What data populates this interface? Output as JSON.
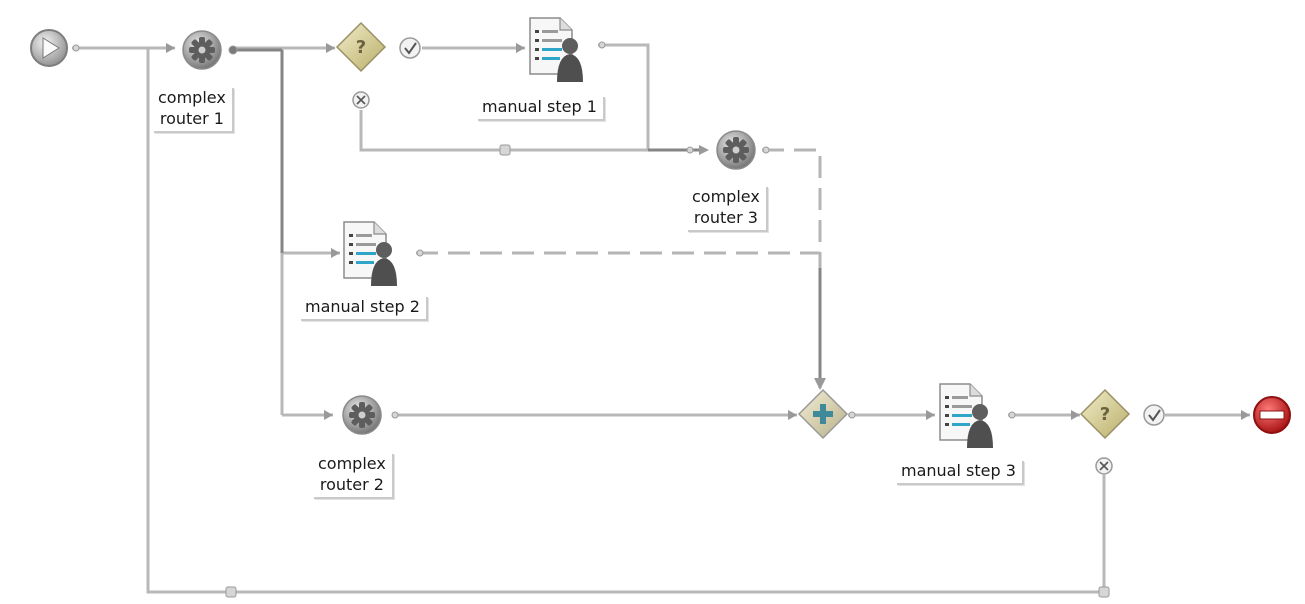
{
  "diagram": {
    "nodes": {
      "start": {
        "type": "start",
        "icon": "play-icon"
      },
      "complex_router_1": {
        "type": "complex-router",
        "icon": "gear-icon",
        "label_lines": [
          "complex",
          "router 1"
        ]
      },
      "decision_1": {
        "type": "decision",
        "icon": "question-diamond-icon"
      },
      "manual_step_1": {
        "type": "manual-step",
        "icon": "document-user-icon",
        "label_lines": [
          "manual step 1"
        ]
      },
      "complex_router_3": {
        "type": "complex-router",
        "icon": "gear-icon",
        "label_lines": [
          "complex",
          "router 3"
        ]
      },
      "manual_step_2": {
        "type": "manual-step",
        "icon": "document-user-icon",
        "label_lines": [
          "manual step 2"
        ]
      },
      "complex_router_2": {
        "type": "complex-router",
        "icon": "gear-icon",
        "label_lines": [
          "complex",
          "router 2"
        ]
      },
      "join": {
        "type": "and-join",
        "icon": "plus-diamond-icon"
      },
      "manual_step_3": {
        "type": "manual-step",
        "icon": "document-user-icon",
        "label_lines": [
          "manual step 3"
        ]
      },
      "decision_2": {
        "type": "decision",
        "icon": "question-diamond-icon"
      },
      "end": {
        "type": "end",
        "icon": "stop-icon"
      }
    },
    "colors": {
      "line": "#b5b5b5",
      "line_dark": "#8a8a8a",
      "gear": "#7a7a7a",
      "diamond": "#d8cf9a",
      "end": "#c81e1e",
      "doc_accent": "#2fa6c8"
    }
  }
}
